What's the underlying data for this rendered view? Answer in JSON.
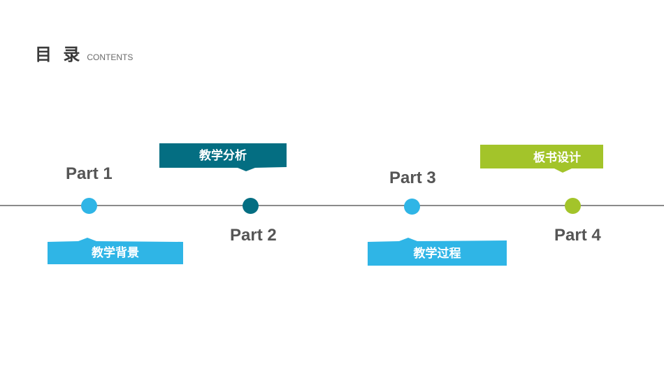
{
  "header": {
    "title": "目 录",
    "subtitle": "CONTENTS"
  },
  "colors": {
    "light_blue": "#2fb5e6",
    "teal": "#046e82",
    "green": "#a3c42a",
    "axis": "#8a8a8a"
  },
  "timeline": {
    "parts": [
      {
        "label": "Part 1",
        "section": "教学背景",
        "color": "#2fb5e6"
      },
      {
        "label": "Part 2",
        "section": "教学分析",
        "color": "#046e82"
      },
      {
        "label": "Part 3",
        "section": "教学过程",
        "color": "#2fb5e6"
      },
      {
        "label": "Part 4",
        "section": "板书设计",
        "color": "#a3c42a"
      }
    ]
  }
}
